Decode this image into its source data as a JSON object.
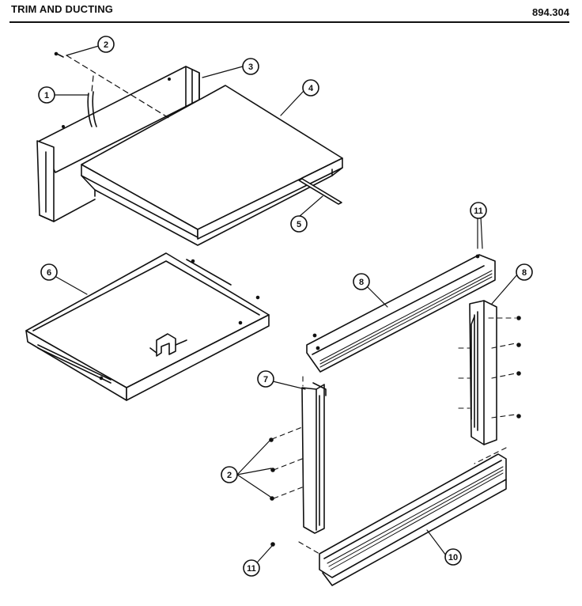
{
  "header": {
    "title": "TRIM AND DUCTING",
    "code": "894.304"
  },
  "callouts": [
    {
      "id": "c1",
      "label": "1",
      "part": "part-1"
    },
    {
      "id": "c2a",
      "label": "2",
      "part": "screw"
    },
    {
      "id": "c3",
      "label": "3",
      "part": "part-3"
    },
    {
      "id": "c4",
      "label": "4",
      "part": "top-panel"
    },
    {
      "id": "c5",
      "label": "5",
      "part": "rod"
    },
    {
      "id": "c6a",
      "label": "6",
      "part": "bottom-tray"
    },
    {
      "id": "c11a",
      "label": "11",
      "part": "fastener"
    },
    {
      "id": "c8a",
      "label": "8",
      "part": "top-trim"
    },
    {
      "id": "c8b",
      "label": "8",
      "part": "side-trim-right"
    },
    {
      "id": "c7",
      "label": "7",
      "part": "side-trim-left"
    },
    {
      "id": "c2b",
      "label": "2",
      "part": "screws"
    },
    {
      "id": "c11b",
      "label": "11",
      "part": "fastener"
    },
    {
      "id": "c10",
      "label": "10",
      "part": "bottom-trim"
    }
  ]
}
